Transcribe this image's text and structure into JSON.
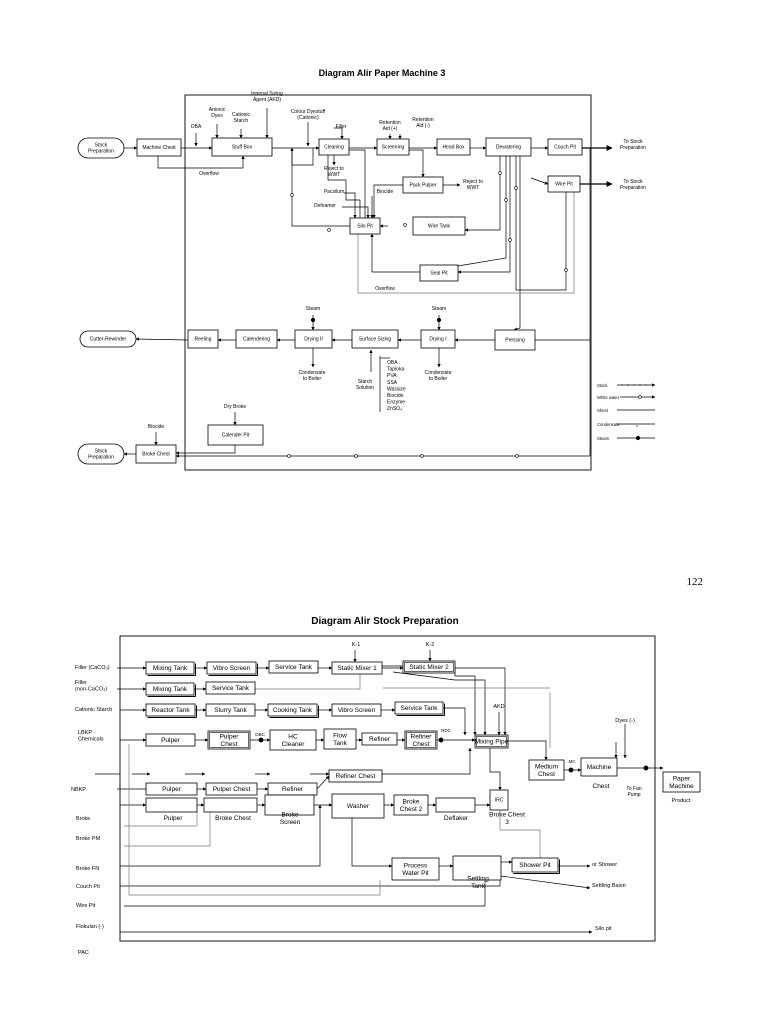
{
  "page_number": "122",
  "diagram1": {
    "title": "Diagram Alir Paper Machine 3",
    "stock_preparation_in": "Stock Preparation",
    "machine_chest": "Machine Chest",
    "oba": "OBA",
    "anionic_dyes": "Anionic Dyes",
    "cationic_starch": "Cationic Starch",
    "internal_sizing": "Internal Sizing Agent (AKD)",
    "stuff_box": "Stuff Box",
    "overflow_1": "Overflow",
    "colour_dyestuff": "Colour Dyestuff (Cationic)",
    "filler": "Filler",
    "cleaning": "Cleaning",
    "reject_wwt_1": "Reject to WWT",
    "retention_aid_plus": "Retention Aid (+)",
    "retention_aid_minus": "Retention Aid (-)",
    "screening": "Screening",
    "head_box": "Head Box",
    "dewatering": "Dewatering",
    "couch_pit": "Couch Pit",
    "to_stock_prep_1": "To Stock Preparation",
    "wire_pit": "Wire Pit",
    "to_stock_prep_2": "To Stock Preparation",
    "pack_pulper": "Pack Pulper",
    "reject_wwt_2": "Reject to WWT",
    "pacsilum": "Pacsilum",
    "biocide_1": "Biocide",
    "defoamer": "Defoamer",
    "silo_pit": "Silo Pit",
    "wire_tank": "Wire Tank",
    "seal_pit": "Seal Pit",
    "overflow_2": "Overflow",
    "steam_1": "Steam",
    "steam_2": "Steam",
    "cutter_rewinder": "Cutter-Rewinder",
    "reeling": "Reeling",
    "calendering": "Calendering",
    "drying_2": "Drying II",
    "surface_sizing": "Surface Sizing",
    "drying_1": "Drying I",
    "pressing": "Pressing",
    "condensate_1": "Condensate to Boiler",
    "condensate_2": "Condensate to Boiler",
    "starch_solution": "Starch Solution",
    "additives": [
      "OBA",
      "Tapioka",
      "PVA",
      "SSA",
      "Wassize",
      "Biocide",
      "Enzyme",
      "ZnSO₄"
    ],
    "dry_broke": "Dry Broke",
    "calender_pit": "Calender Pit",
    "biocide_2": "Biocide",
    "stock_preparation_out": "Stock Preparation",
    "broke_chest": "Broke Chest",
    "legend": [
      "Stock",
      "White water",
      "Sheet",
      "Condensate",
      "Steam"
    ]
  },
  "diagram2": {
    "title": "Diagram Alir Stock Preparation",
    "inputs": {
      "filler_caco3": "Filler (CaCO₃)",
      "filler_non": "Filler (non-CaCO₃)",
      "cationic_starch": "Cationic Starch",
      "lbkp": "LBKP Chemicals",
      "nbkp": "NBKP",
      "broke": "Broke",
      "broke_pm": "Broke PM",
      "broke_fn": "Broke FN",
      "couch_pit": "Couch Pit",
      "wire_pit": "Wire Pit",
      "flokulan": "Flokulan (-)",
      "pac": "PAC"
    },
    "k1": "K-1",
    "k2": "K-2",
    "akd": "AKD",
    "dyes": "Dyes (-)",
    "mixing_tank_1": "Mixing Tank",
    "vibro_screen_1": "Vibro Screen",
    "service_tank_1": "Service Tank",
    "static_mixer_1": "Static Mixer 1",
    "static_mixer_2": "Static Mixer 2",
    "mixing_tank_2": "Mixing Tank",
    "service_tank_2": "Service Tank",
    "reactor_tank": "Reactor Tank",
    "slurry_tank": "Slurry Tank",
    "cooking_tank": "Cooking Tank",
    "vibro_screen_2": "Vibro Screen",
    "service_tank_3": "Service Tank",
    "pulper_1": "Pulper",
    "pulper_chest_1": "Pulper Chest",
    "obc": "OBC",
    "hc_cleaner": "HC Cleaner",
    "flow_tank": "Flow Tank",
    "refiner_1": "Refiner",
    "refiner_chest_1": "Refiner Chest",
    "rdc": "RDC",
    "mixing_pipe": "Mixing Pipe",
    "medium_chest": "Medium Chest",
    "mc": "MC",
    "machine_chest": "Machine",
    "chest_label": "Chest",
    "to_fan_pump": "To Fan Pump",
    "paper_machine": "Paper Machine",
    "product": "Product",
    "refiner_chest_2": "Refiner Chest",
    "pulper_2": "Pulper",
    "pulper_chest_2": "Pulper Chest",
    "refiner_2": "Refiner",
    "pulper_3": "Pulper",
    "broke_chest": "Broke Chest",
    "broke_screen": "Broke Screen",
    "washer": "Washer",
    "broke_chest_2": "Broke Chest 2",
    "deflaker": "Deflaker",
    "irc": "IRC",
    "broke_chest_3": "Broke Chest 3",
    "process_water_pit": "Process Water Pit",
    "settling_tank": "Settling Tank",
    "shower_pit": "Shower Pit",
    "or_shower": "or Shower",
    "settling_basin": "Settling Basin",
    "silo_pit": "Silo pit"
  }
}
